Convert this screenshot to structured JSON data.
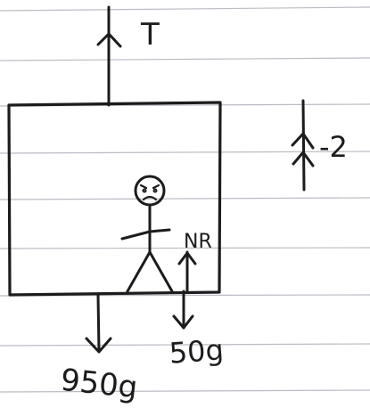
{
  "labels": {
    "tension": "T",
    "acceleration": "-2",
    "normal_reaction": "NR",
    "lift_weight": "950g",
    "person_weight": "50g"
  },
  "colors": {
    "paper": "#ffffff",
    "ruled_line": "#b9bdc4",
    "ink": "#1c1c1c"
  }
}
